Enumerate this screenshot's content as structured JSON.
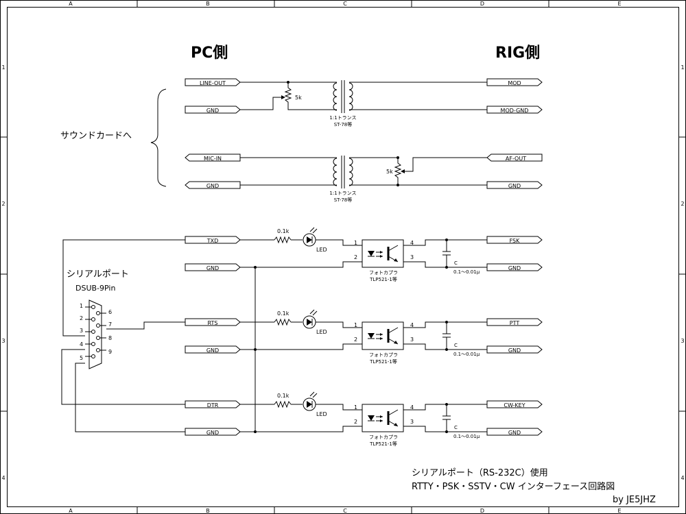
{
  "frame": {
    "cols": [
      "A",
      "B",
      "C",
      "D",
      "E"
    ],
    "rows": [
      "1",
      "2",
      "3",
      "4"
    ]
  },
  "headings": {
    "pc_side": "PC側",
    "rig_side": "RIG側"
  },
  "sound_card_label": "サウンドカードへ",
  "audio": {
    "tx": {
      "left_top": "LINE-OUT",
      "left_bottom": "GND",
      "right_top": "MOD",
      "right_bottom": "MOD-GND",
      "pot": "5k",
      "trans_line1": "1:1トランス",
      "trans_line2": "ST-78等"
    },
    "rx": {
      "left_top": "MIC-IN",
      "left_bottom": "GND",
      "right_top": "AF-OUT",
      "right_bottom": "GND",
      "pot": "5k",
      "trans_line1": "1:1トランス",
      "trans_line2": "ST-78等"
    }
  },
  "serial": {
    "title": "シリアルポート",
    "connector": "DSUB-9Pin",
    "pins_left": [
      "1",
      "2",
      "3",
      "4",
      "5"
    ],
    "pins_right": [
      "6",
      "7",
      "8",
      "9"
    ]
  },
  "channels": [
    {
      "pc_signal": "TXD",
      "pc_gnd": "GND",
      "resistor": "0.1k",
      "led": "LED",
      "pin1": "1",
      "pin2": "2",
      "pin3": "3",
      "pin4": "4",
      "opto_line1": "フォトカプラ",
      "opto_line2": "TLP521-1等",
      "cap": "C",
      "cap_value": "0.1～0.01μ",
      "rig_signal": "FSK",
      "rig_gnd": "GND"
    },
    {
      "pc_signal": "RTS",
      "pc_gnd": "GND",
      "resistor": "0.1k",
      "led": "LED",
      "pin1": "1",
      "pin2": "2",
      "pin3": "3",
      "pin4": "4",
      "opto_line1": "フォトカプラ",
      "opto_line2": "TLP521-1等",
      "cap": "C",
      "cap_value": "0.1～0.01μ",
      "rig_signal": "PTT",
      "rig_gnd": "GND"
    },
    {
      "pc_signal": "DTR",
      "pc_gnd": "GND",
      "resistor": "0.1k",
      "led": "LED",
      "pin1": "1",
      "pin2": "2",
      "pin3": "3",
      "pin4": "4",
      "opto_line1": "フォトカプラ",
      "opto_line2": "TLP521-1等",
      "cap": "C",
      "cap_value": "0.1～0.01μ",
      "rig_signal": "CW-KEY",
      "rig_gnd": "GND"
    }
  ],
  "footer": {
    "line1": "シリアルポート（RS-232C）使用",
    "line2": "RTTY・PSK・SSTV・CW インターフェース回路図",
    "author": "by JE5JHZ"
  }
}
